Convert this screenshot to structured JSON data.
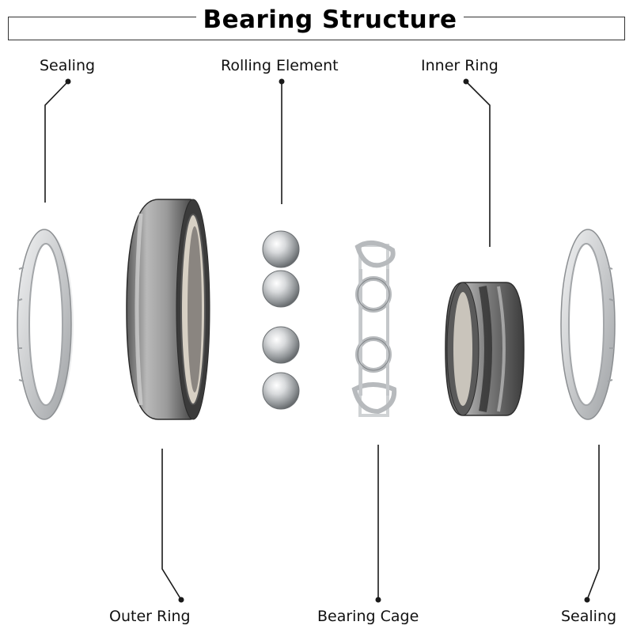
{
  "title": "Bearing Structure",
  "labels": {
    "sealing_top": "Sealing",
    "rolling_element": "Rolling Element",
    "inner_ring": "Inner Ring",
    "outer_ring": "Outer Ring",
    "bearing_cage": "Bearing Cage",
    "sealing_bottom": "Sealing"
  },
  "colors": {
    "line": "#1a1a1a",
    "steel_light": "#e6e8ea",
    "steel_dark": "#3a3a3a"
  }
}
